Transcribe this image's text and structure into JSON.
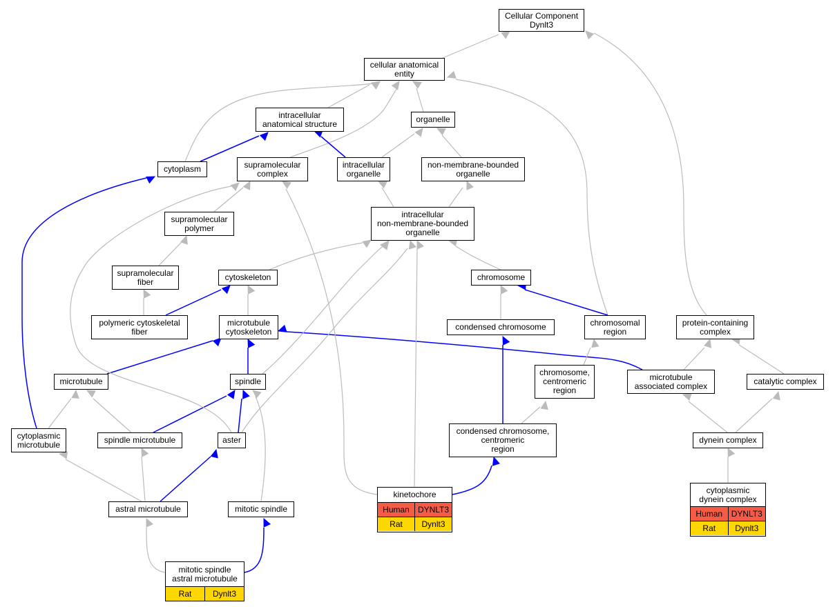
{
  "colors": {
    "is_a": "#bbbbbb",
    "part_of": "#0000ff",
    "human": "#f65c45",
    "rat": "#ffd700"
  },
  "nodes": {
    "cellular_component": "Cellular Component\nDynlt3",
    "cellular_anatomical_entity": "cellular anatomical\nentity",
    "intracellular_anatomical_structure": "intracellular\nanatomical structure",
    "organelle": "organelle",
    "cytoplasm": "cytoplasm",
    "supramolecular_complex": "supramolecular\ncomplex",
    "intracellular_organelle": "intracellular\norganelle",
    "non_membrane_bounded_organelle": "non-membrane-bounded\norganelle",
    "intracellular_nmbo": "intracellular\nnon-membrane-bounded\norganelle",
    "supramolecular_polymer": "supramolecular\npolymer",
    "supramolecular_fiber": "supramolecular\nfiber",
    "cytoskeleton": "cytoskeleton",
    "chromosome": "chromosome",
    "polymeric_cytoskeletal_fiber": "polymeric cytoskeletal\nfiber",
    "microtubule_cytoskeleton": "microtubule\ncytoskeleton",
    "condensed_chromosome": "condensed chromosome",
    "chromosomal_region": "chromosomal\nregion",
    "protein_containing_complex": "protein-containing\ncomplex",
    "microtubule": "microtubule",
    "spindle": "spindle",
    "chromosome_centromeric_region": "chromosome,\ncentromeric\nregion",
    "microtubule_associated_complex": "microtubule\nassociated complex",
    "catalytic_complex": "catalytic complex",
    "cytoplasmic_microtubule": "cytoplasmic\nmicrotubule",
    "spindle_microtubule": "spindle microtubule",
    "aster": "aster",
    "condensed_chromosome_centromeric_region": "condensed chromosome,\ncentromeric\nregion",
    "dynein_complex": "dynein complex",
    "astral_microtubule": "astral microtubule",
    "mitotic_spindle": "mitotic spindle"
  },
  "annotated": {
    "kinetochore": {
      "label": "kinetochore",
      "rows": [
        {
          "species": "Human",
          "gene": "DYNLT3"
        },
        {
          "species": "Rat",
          "gene": "Dynlt3"
        }
      ]
    },
    "cytoplasmic_dynein_complex": {
      "label": "cytoplasmic\ndynein complex",
      "rows": [
        {
          "species": "Human",
          "gene": "DYNLT3"
        },
        {
          "species": "Rat",
          "gene": "Dynlt3"
        }
      ]
    },
    "mitotic_spindle_astral_microtubule": {
      "label": "mitotic spindle\nastral microtubule",
      "rows": [
        {
          "species": "Rat",
          "gene": "Dynlt3"
        }
      ]
    }
  }
}
